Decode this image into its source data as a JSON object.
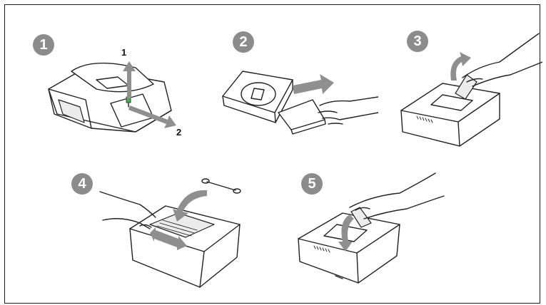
{
  "steps": [
    {
      "number": "1",
      "callouts": [
        "1",
        "2"
      ]
    },
    {
      "number": "2"
    },
    {
      "number": "3"
    },
    {
      "number": "4"
    },
    {
      "number": "5"
    }
  ]
}
